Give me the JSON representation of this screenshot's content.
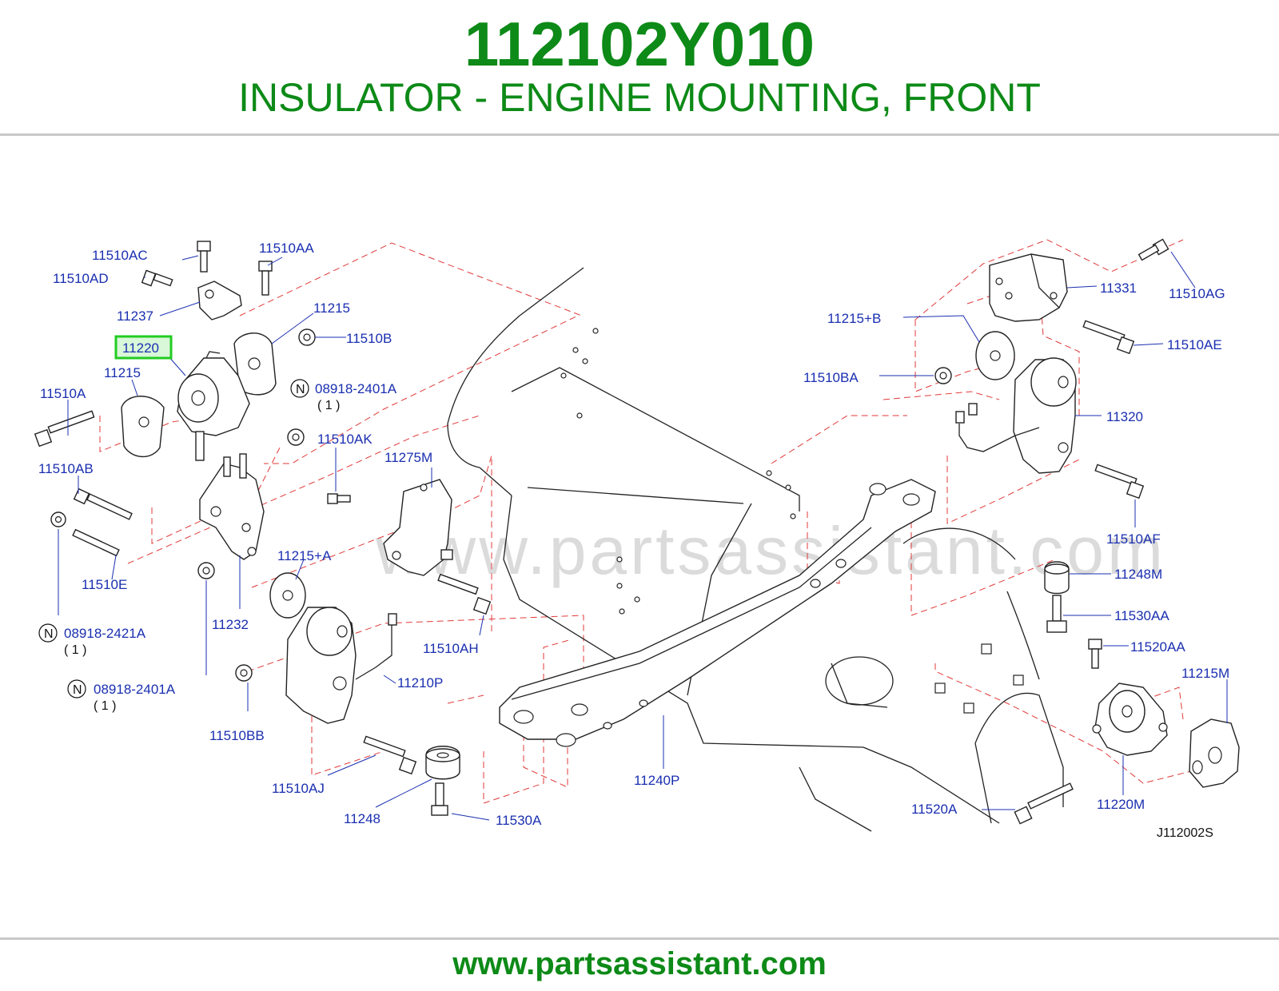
{
  "header": {
    "part_number": "112102Y010",
    "part_name": "INSULATOR - ENGINE MOUNTING, FRONT"
  },
  "footer": {
    "website": "www.partsassistant.com"
  },
  "watermark": "www.partsassistant.com",
  "diagram": {
    "code": "J112002S",
    "highlighted_part": "11220",
    "colors": {
      "title": "#0d8a17",
      "label": "#1a2fb0",
      "highlight": "#22cc22",
      "dashed_guide": "#e03a3a"
    },
    "labels": {
      "l11510AC": "11510AC",
      "l11510AA": "11510AA",
      "l11510AD": "11510AD",
      "l11237": "11237",
      "l11215_top": "11215",
      "l11510B": "11510B",
      "l11220": "11220",
      "l11215_left": "11215",
      "l08918_2401A_a": "08918-2401A",
      "l11510A": "11510A",
      "l11510AK": "11510AK",
      "l11510AB": "11510AB",
      "l11275M": "11275M",
      "l11215A": "11215+A",
      "l11510E": "11510E",
      "l11232": "11232",
      "l08918_2421A": "08918-2421A",
      "l08918_2401A_b": "08918-2401A",
      "l11510AH": "11510AH",
      "l11210P": "11210P",
      "l11510BB": "11510BB",
      "l11510AJ": "11510AJ",
      "l11248": "11248",
      "l11530A": "11530A",
      "l11240P": "11240P",
      "l11331": "11331",
      "l11510AG": "11510AG",
      "l11215B": "11215+B",
      "l11510AE": "11510AE",
      "l11510BA": "11510BA",
      "l11320": "11320",
      "l11510AF": "11510AF",
      "l11248M": "11248M",
      "l11530AA": "11530AA",
      "l11520AA": "11520AA",
      "l11215M": "11215M",
      "l11520A": "11520A",
      "l11220M": "11220M"
    },
    "notes": {
      "n_symbol": "N",
      "qty_1a": "( 1 )",
      "qty_1b": "( 1 )",
      "qty_1c": "( 1 )"
    }
  }
}
